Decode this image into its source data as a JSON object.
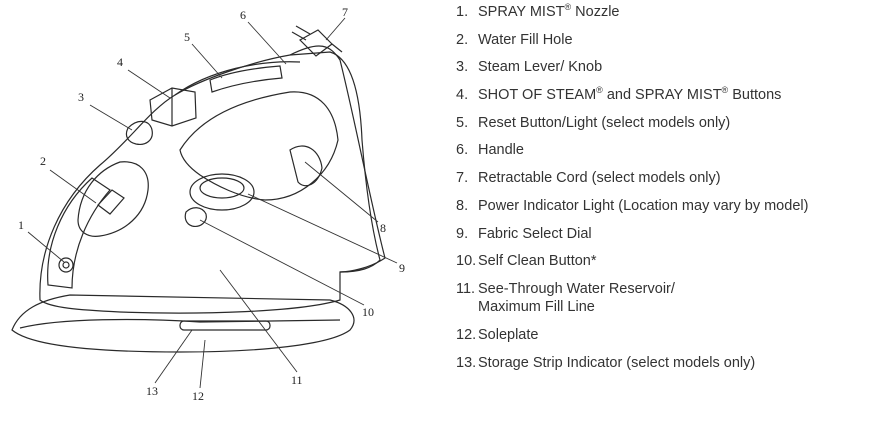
{
  "colors": {
    "text": "#333333",
    "line": "#2a2a2a",
    "shade": "#d9d9d9",
    "dark_shade": "#bdbdbd"
  },
  "storage_strip_text": "Storage Strip",
  "callouts": [
    "1",
    "2",
    "3",
    "4",
    "5",
    "6",
    "7",
    "8",
    "9",
    "10",
    "11",
    "12",
    "13"
  ],
  "parts": [
    {
      "num": "1.",
      "text": "SPRAY MIST",
      "reg": "®",
      "after": " Nozzle"
    },
    {
      "num": "2.",
      "text": "Water Fill Hole"
    },
    {
      "num": "3.",
      "text": "Steam Lever/ Knob"
    },
    {
      "num": "4.",
      "text": "SHOT OF STEAM",
      "reg": "®",
      "after": " and SPRAY MIST",
      "reg2": "®",
      "after2": " Buttons"
    },
    {
      "num": "5.",
      "text": "Reset Button/Light (select models only)"
    },
    {
      "num": "6.",
      "text": "Handle"
    },
    {
      "num": "7.",
      "text": "Retractable Cord (select models only)"
    },
    {
      "num": "8.",
      "text": "Power Indicator Light (Location may vary by model)"
    },
    {
      "num": "9.",
      "text": "Fabric Select Dial"
    },
    {
      "num": "10.",
      "text": "Self Clean Button*"
    },
    {
      "num": "11.",
      "text": "See-Through Water Reservoir/",
      "line2": "Maximum Fill Line"
    },
    {
      "num": "12.",
      "text": "Soleplate"
    },
    {
      "num": "13.",
      "text": "Storage Strip Indicator (select models only)"
    }
  ]
}
